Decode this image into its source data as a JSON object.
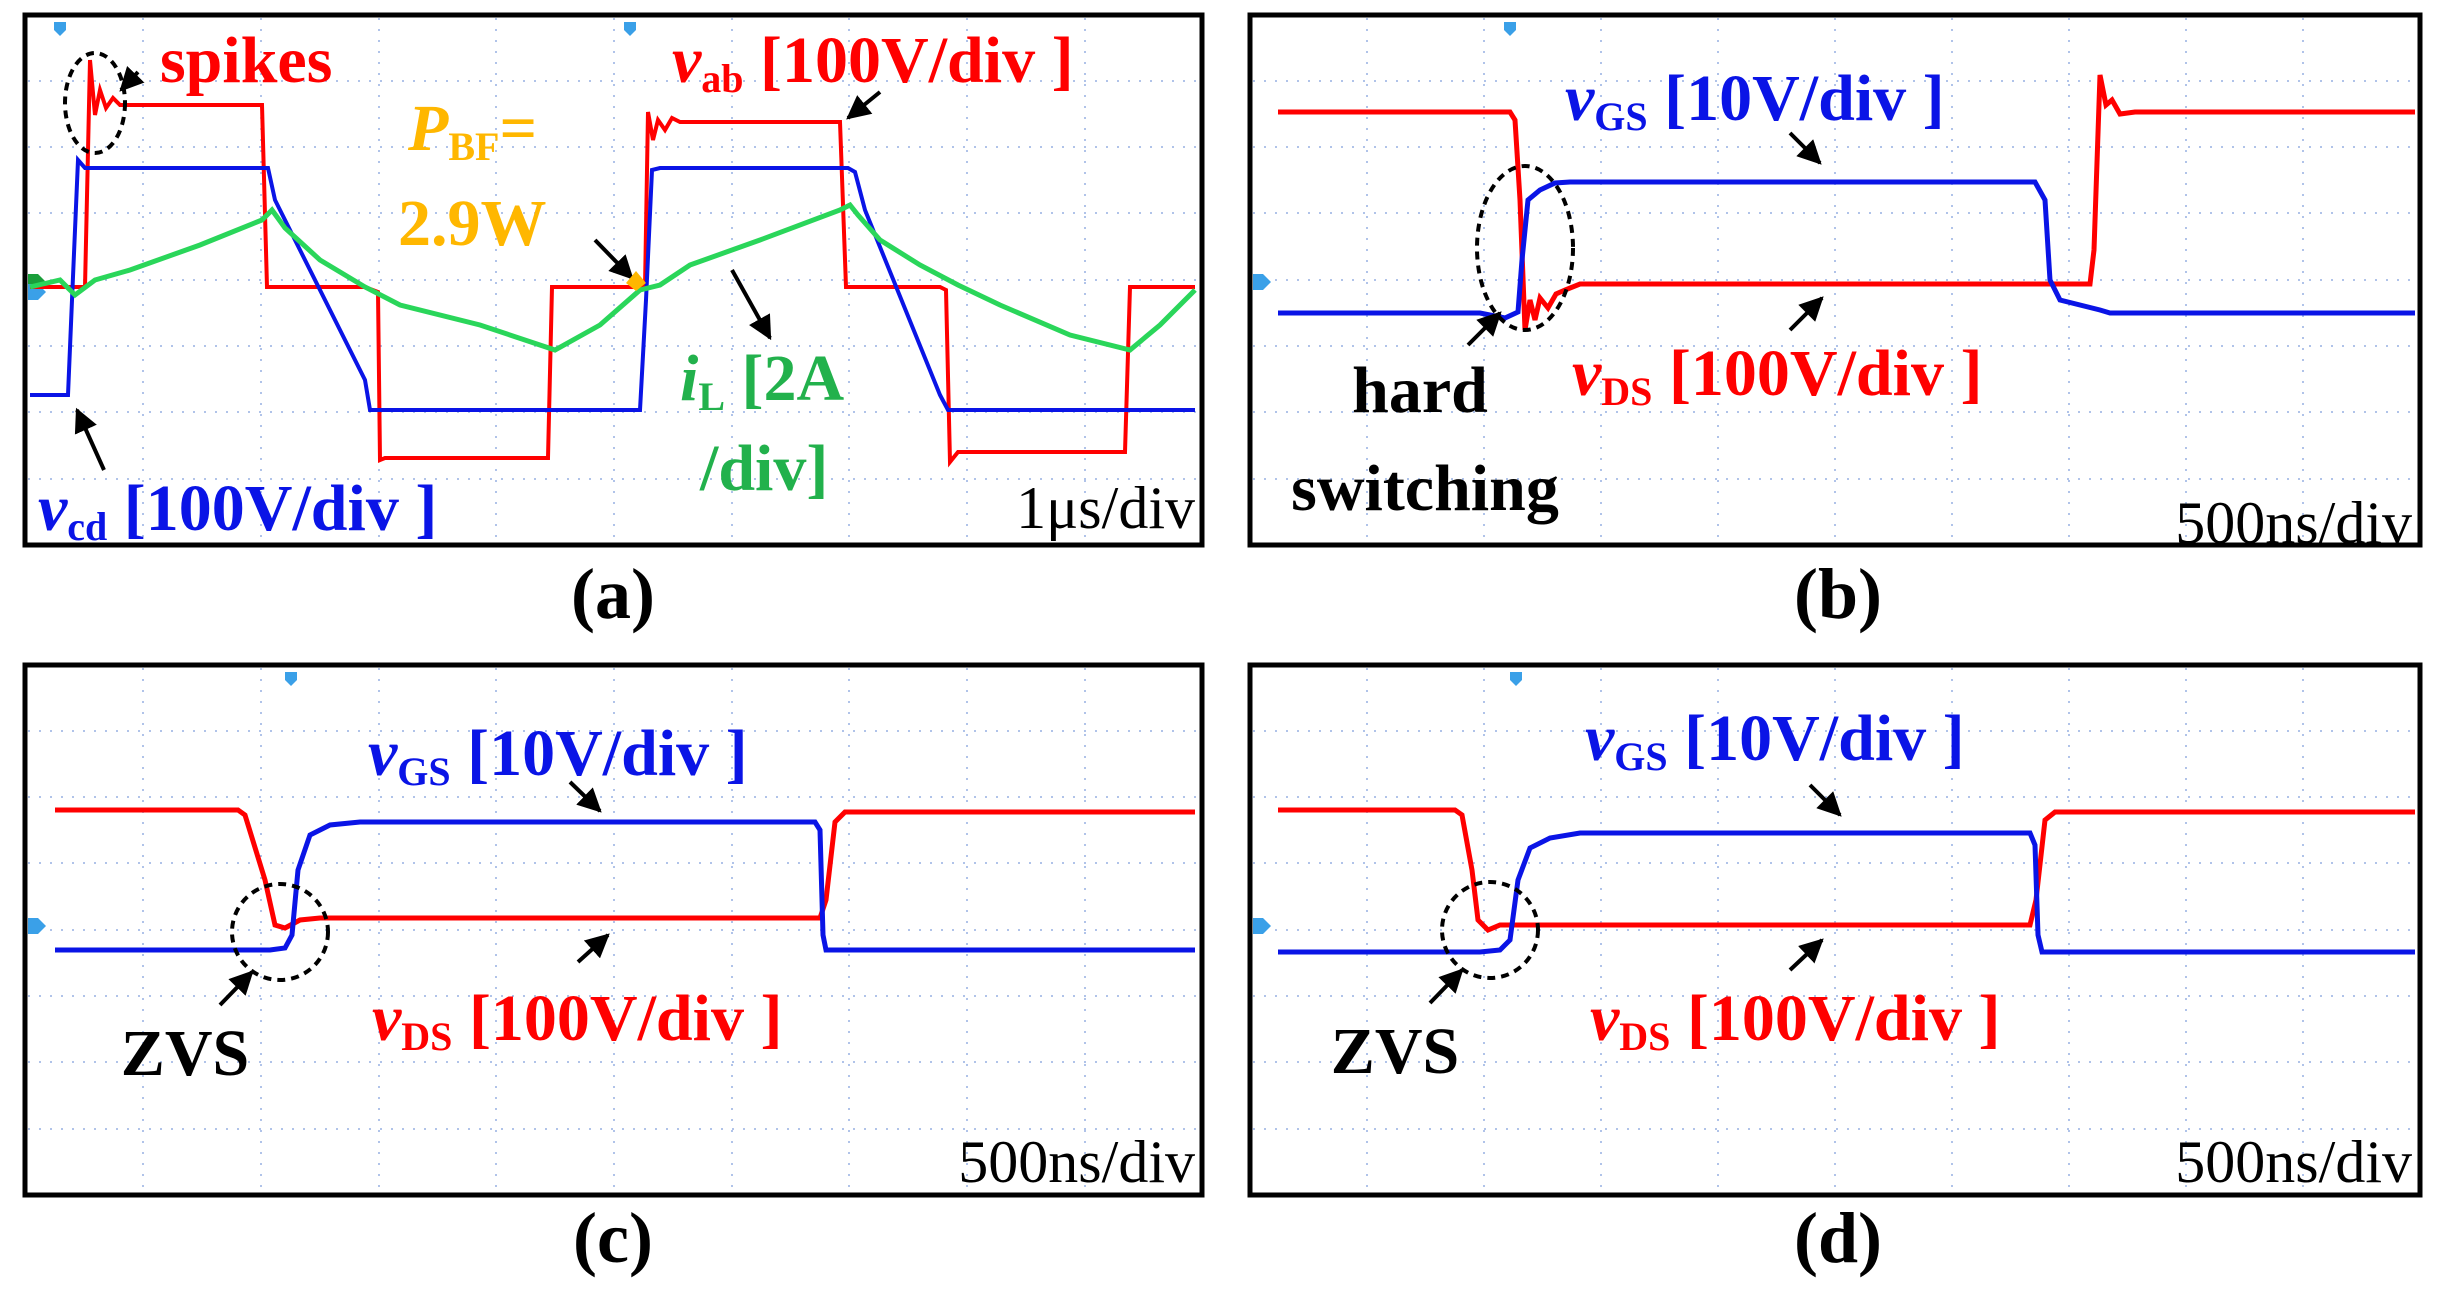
{
  "colors": {
    "red": "#ff0000",
    "blue": "#0a14e6",
    "green": "#2ad65a",
    "label_green": "#22b14c",
    "orange": "#ffb700",
    "black": "#000000"
  },
  "panels": [
    {
      "caption": "(a)",
      "timebase": "1μs/div",
      "labels": {
        "spikes": "spikes",
        "vab": "v",
        "vab_sub": "ab",
        "vab_scale": " [100V/div ]",
        "pbf": "P",
        "pbf_sub": "BF",
        "pbf_eq": "=",
        "pbf_val": "2.9W",
        "il": "i",
        "il_sub": "L",
        "il_scale1": " [2A",
        "il_scale2": "/div]",
        "vcd": "v",
        "vcd_sub": "cd",
        "vcd_scale": " [100V/div ]"
      }
    },
    {
      "caption": "(b)",
      "timebase": "500ns/div",
      "labels": {
        "vgs": "v",
        "vgs_sub": "GS",
        "vgs_scale": " [10V/div ]",
        "vds": "v",
        "vds_sub": "DS",
        "vds_scale": " [100V/div ]",
        "hard1": "hard",
        "hard2": "switching"
      }
    },
    {
      "caption": "(c)",
      "timebase": "500ns/div",
      "labels": {
        "vgs": "v",
        "vgs_sub": "GS",
        "vgs_scale": " [10V/div ]",
        "vds": "v",
        "vds_sub": "DS",
        "vds_scale": " [100V/div ]",
        "zvs": "ZVS"
      }
    },
    {
      "caption": "(d)",
      "timebase": "500ns/div",
      "labels": {
        "vgs": "v",
        "vgs_sub": "GS",
        "vgs_scale": " [10V/div ]",
        "vds": "v",
        "vds_sub": "DS",
        "vds_scale": " [100V/div ]",
        "zvs": "ZVS"
      }
    }
  ],
  "chart_data": [
    {
      "type": "line",
      "caption": "(a)",
      "time_per_div": "1μs/div",
      "series": [
        {
          "name": "vab",
          "scale": "100V/div",
          "color": "#ff0000"
        },
        {
          "name": "vcd",
          "scale": "100V/div",
          "color": "#0a14e6"
        },
        {
          "name": "iL",
          "scale": "2A/div",
          "color": "#2ad65a"
        }
      ],
      "annotations": [
        "spikes",
        "PBF=2.9W"
      ]
    },
    {
      "type": "line",
      "caption": "(b)",
      "time_per_div": "500ns/div",
      "series": [
        {
          "name": "vGS",
          "scale": "10V/div",
          "color": "#0a14e6"
        },
        {
          "name": "vDS",
          "scale": "100V/div",
          "color": "#ff0000"
        }
      ],
      "annotations": [
        "hard switching"
      ]
    },
    {
      "type": "line",
      "caption": "(c)",
      "time_per_div": "500ns/div",
      "series": [
        {
          "name": "vGS",
          "scale": "10V/div",
          "color": "#0a14e6"
        },
        {
          "name": "vDS",
          "scale": "100V/div",
          "color": "#ff0000"
        }
      ],
      "annotations": [
        "ZVS"
      ]
    },
    {
      "type": "line",
      "caption": "(d)",
      "time_per_div": "500ns/div",
      "series": [
        {
          "name": "vGS",
          "scale": "10V/div",
          "color": "#0a14e6"
        },
        {
          "name": "vDS",
          "scale": "100V/div",
          "color": "#ff0000"
        }
      ],
      "annotations": [
        "ZVS"
      ]
    }
  ]
}
